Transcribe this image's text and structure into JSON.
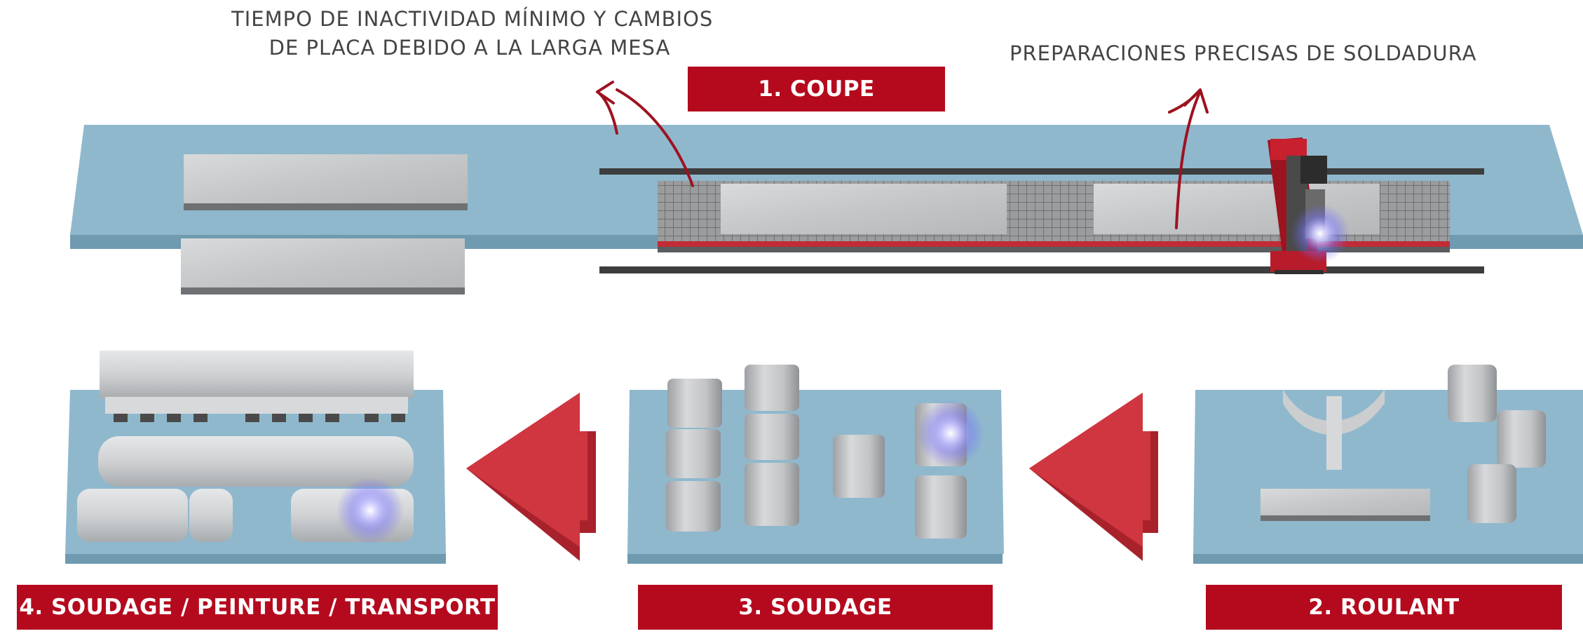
{
  "annotations": {
    "left_line1": "TIEMPO DE INACTIVIDAD MÍNIMO Y CAMBIOS",
    "left_line2": "DE PLACA DEBIDO A LA LARGA MESA",
    "right": "PREPARACIONES PRECISAS DE SOLDADURA"
  },
  "stages": [
    {
      "step": 1,
      "label": "1. COUPE"
    },
    {
      "step": 2,
      "label": "2. ROULANT"
    },
    {
      "step": 3,
      "label": "3. SOUDAGE"
    },
    {
      "step": 4,
      "label": "4. SOUDAGE / PEINTURE / TRANSPORT"
    }
  ],
  "colors": {
    "brand_red": "#b50a1e",
    "arrow_red": "#d0363f",
    "platform_blue": "#8fb8cd",
    "platform_side": "#6f9ab0",
    "metal": "#c6c8ca",
    "rail": "#3d3d3d",
    "weld_glow": "#8f8cff"
  },
  "flow_arrows": [
    {
      "from": 2,
      "to": 3,
      "icon": "arrow-left-icon"
    },
    {
      "from": 3,
      "to": 4,
      "icon": "arrow-left-icon"
    }
  ]
}
